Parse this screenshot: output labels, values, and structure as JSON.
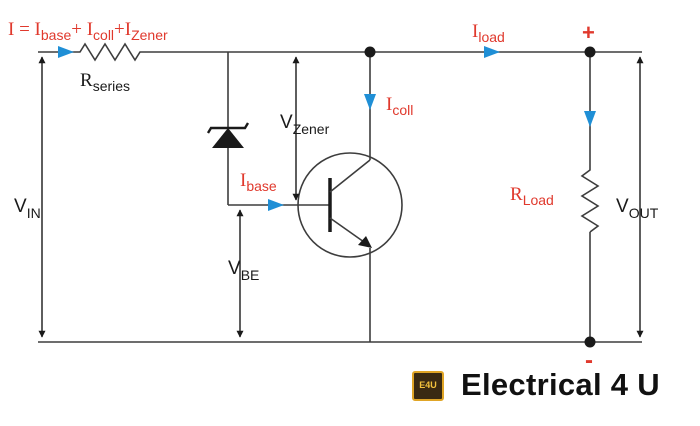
{
  "labels": {
    "i_total": {
      "main": "I = I",
      "base_sub": "base",
      "plus1": "+ I",
      "coll_sub": "coll",
      "plus2": "+I",
      "zener_sub": "Zener"
    },
    "r_series": {
      "main": "R",
      "sub": "series"
    },
    "v_in": {
      "main": "V",
      "sub": "IN"
    },
    "v_zener": {
      "main": "V",
      "sub": "Zener"
    },
    "i_coll": {
      "main": "I",
      "sub": "coll"
    },
    "i_base": {
      "main": "I",
      "sub": "base"
    },
    "v_be": {
      "main": "V",
      "sub": "BE"
    },
    "i_load": {
      "main": "I",
      "sub": "load"
    },
    "r_load": {
      "main": "R",
      "sub": "Load"
    },
    "v_out": {
      "main": "V",
      "sub": "OUT"
    },
    "plus": "+",
    "minus": "-"
  },
  "brand": {
    "chip": "E4U",
    "name": "Electrical 4 U"
  },
  "colors": {
    "wire": "#3d3d3d",
    "accent_red": "#e0392d",
    "arrow_blue": "#1f8fd6"
  }
}
